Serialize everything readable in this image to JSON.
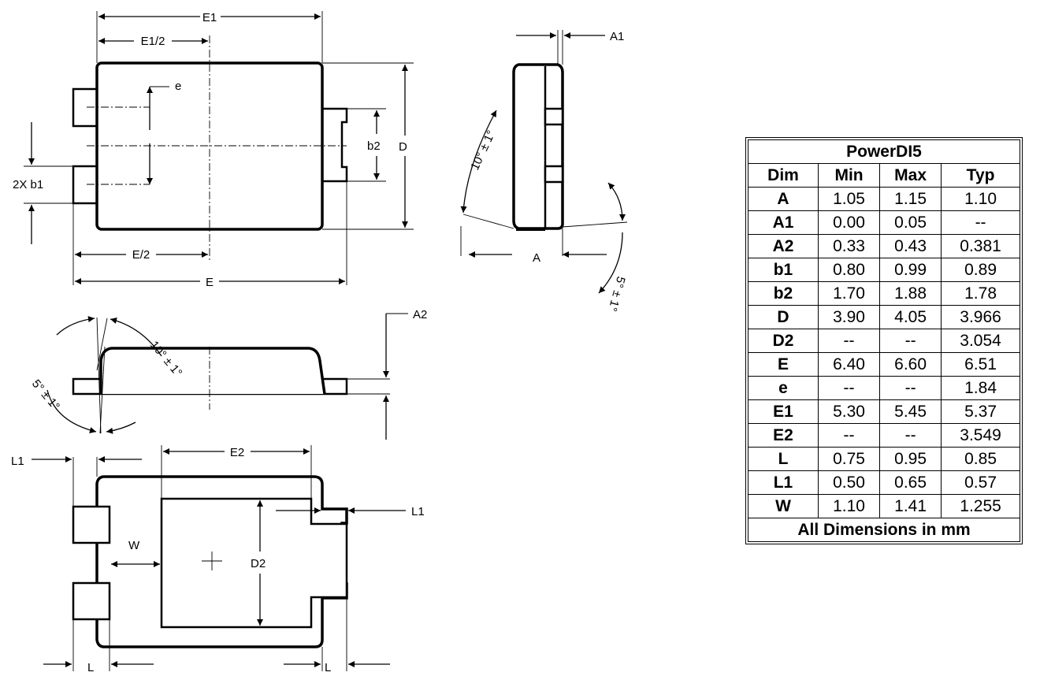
{
  "labels": {
    "e1": "E1",
    "e1_half": "E1/2",
    "e": "e",
    "two_x_b1": "2X b1",
    "b2": "b2",
    "d": "D",
    "e_half": "E/2",
    "e_full": "E",
    "a1": "A1",
    "angle_10_side": "10° ± 1°",
    "a": "A",
    "angle_5_side": "5° ± 1°",
    "a2": "A2",
    "angle_10_front": "10° ± 1°",
    "angle_5_front": "5° ± 1°",
    "l1_top": "L1",
    "e2": "E2",
    "l1_right": "L1",
    "w": "W",
    "d2": "D2",
    "l_left": "L",
    "l_right": "L"
  },
  "table": {
    "title": "PowerDI5",
    "headers": [
      "Dim",
      "Min",
      "Max",
      "Typ"
    ],
    "rows": [
      [
        "A",
        "1.05",
        "1.15",
        "1.10"
      ],
      [
        "A1",
        "0.00",
        "0.05",
        "--"
      ],
      [
        "A2",
        "0.33",
        "0.43",
        "0.381"
      ],
      [
        "b1",
        "0.80",
        "0.99",
        "0.89"
      ],
      [
        "b2",
        "1.70",
        "1.88",
        "1.78"
      ],
      [
        "D",
        "3.90",
        "4.05",
        "3.966"
      ],
      [
        "D2",
        "--",
        "--",
        "3.054"
      ],
      [
        "E",
        "6.40",
        "6.60",
        "6.51"
      ],
      [
        "e",
        "--",
        "--",
        "1.84"
      ],
      [
        "E1",
        "5.30",
        "5.45",
        "5.37"
      ],
      [
        "E2",
        "--",
        "--",
        "3.549"
      ],
      [
        "L",
        "0.75",
        "0.95",
        "0.85"
      ],
      [
        "L1",
        "0.50",
        "0.65",
        "0.57"
      ],
      [
        "W",
        "1.10",
        "1.41",
        "1.255"
      ]
    ],
    "footer": "All Dimensions in mm"
  }
}
